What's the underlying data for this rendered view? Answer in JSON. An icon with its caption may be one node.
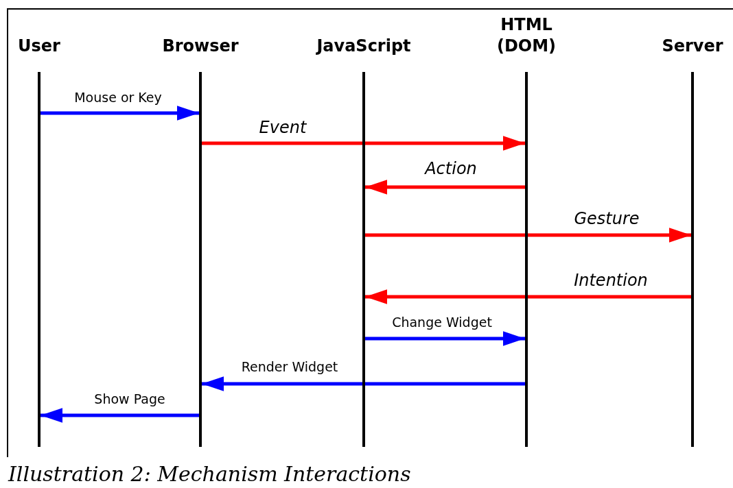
{
  "diagram": {
    "caption": "Illustration 2: Mechanism Interactions",
    "nodes": [
      {
        "text": [
          "User"
        ]
      },
      {
        "text": [
          "Browser"
        ]
      },
      {
        "text": [
          "JavaScript"
        ]
      },
      {
        "text": [
          "HTML (DOM)"
        ]
      },
      {
        "text": [
          "Server"
        ]
      }
    ],
    "edges": [
      {
        "from": 0,
        "to": 1,
        "arrow": "to",
        "label": "Mouse or Key",
        "color": "#0000ff"
      },
      {
        "from": 1,
        "to": 3,
        "arrow": "to",
        "label": "Event",
        "color": "#ff0000"
      },
      {
        "from": 3,
        "to": 2,
        "arrow": "to",
        "label": "Action",
        "color": "#ff0000"
      },
      {
        "from": 2,
        "to": 4,
        "arrow": "to",
        "label": "Gesture",
        "color": "#ff0000"
      },
      {
        "from": 4,
        "to": 2,
        "arrow": "to",
        "label": "Intention",
        "color": "#ff0000"
      },
      {
        "from": 2,
        "to": 3,
        "arrow": "to",
        "label": "Change Widget",
        "color": "#0000ff"
      },
      {
        "from": 3,
        "to": 1,
        "arrow": "to",
        "label": "Render Widget",
        "color": "#0000ff"
      },
      {
        "from": 1,
        "to": 0,
        "arrow": "to",
        "label": "Show Page",
        "color": "#0000ff"
      }
    ]
  }
}
